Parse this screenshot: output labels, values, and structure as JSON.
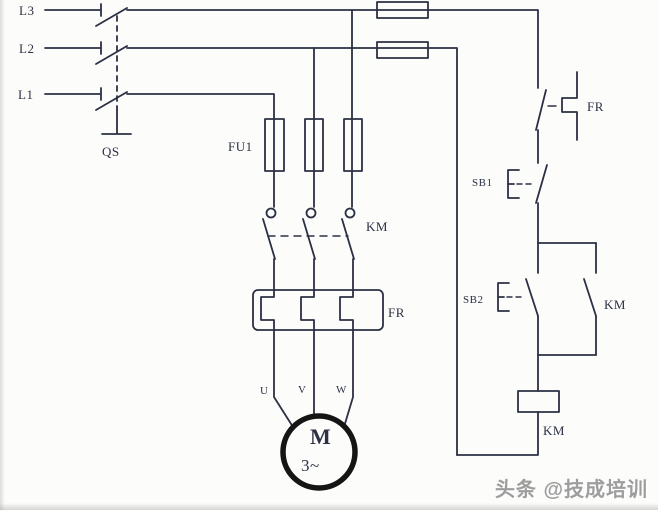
{
  "diagram": {
    "type": "electrical-schematic",
    "description": "Three-phase motor direct-on-line starter: power circuit with QS disconnect, FU1 fuses, KM main contacts, FR thermal overload, motor M 3~; control circuit with FR contact, SB1 stop, SB2 start, KM seal-in contact and KM coil",
    "colors": {
      "line": "#2b3044",
      "motor_circle": "#151515",
      "background": "#fcfcfa",
      "watermark": "#9d9d9d"
    },
    "power_circuit": {
      "phase_labels": [
        "L3",
        "L2",
        "L1"
      ],
      "disconnect_label": "QS",
      "main_fuse_label": "FU1",
      "contactor_main_label": "KM",
      "thermal_relay_label": "FR",
      "motor_terminals": [
        "U",
        "V",
        "W"
      ],
      "motor_label": "M",
      "motor_phase_label": "3~"
    },
    "control_circuit": {
      "thermal_contact_label": "FR",
      "stop_button_label": "SB1",
      "start_button_label": "SB2",
      "seal_in_contact_label": "KM",
      "coil_label": "KM"
    },
    "watermark": "头条 @技成培训"
  }
}
